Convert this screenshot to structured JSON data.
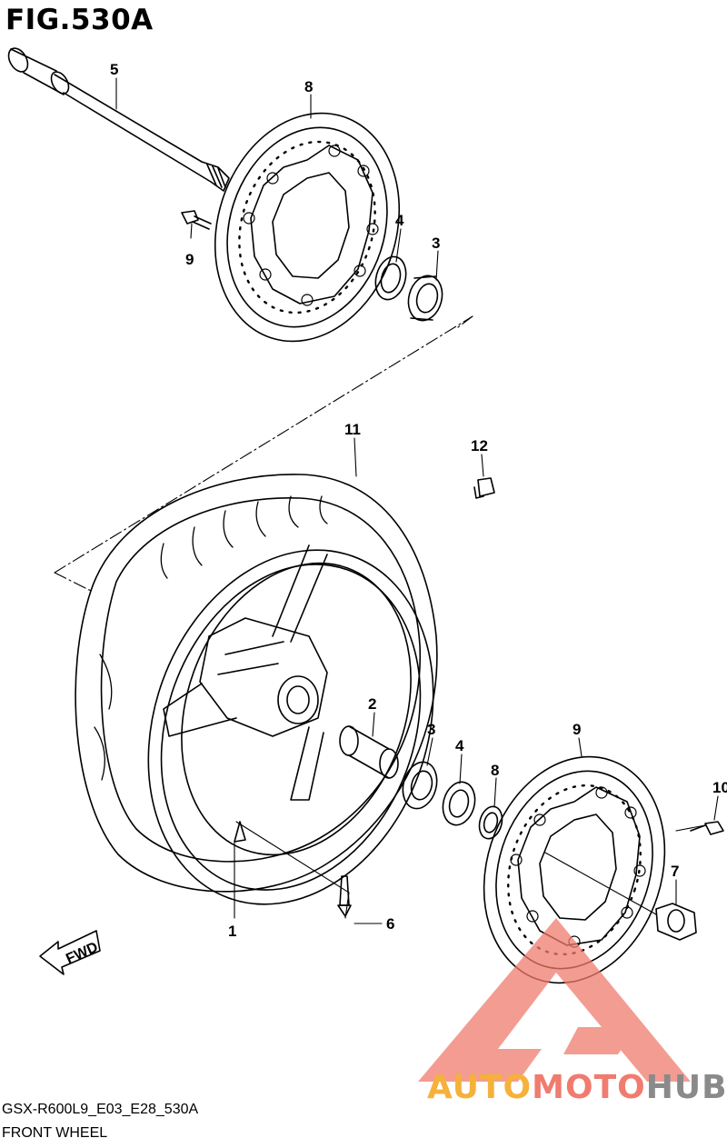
{
  "figure": {
    "title": "FIG.530A",
    "code": "GSX-R600L9_E03_E28_530A",
    "caption": "FRONT WHEEL"
  },
  "callouts": [
    {
      "id": "c1",
      "text": "1"
    },
    {
      "id": "c2",
      "text": "2"
    },
    {
      "id": "c3a",
      "text": "3"
    },
    {
      "id": "c3b",
      "text": "3"
    },
    {
      "id": "c4a",
      "text": "4"
    },
    {
      "id": "c4b",
      "text": "4"
    },
    {
      "id": "c5",
      "text": "5"
    },
    {
      "id": "c6",
      "text": "6"
    },
    {
      "id": "c7",
      "text": "7"
    },
    {
      "id": "c8a",
      "text": "8"
    },
    {
      "id": "c8b",
      "text": "8"
    },
    {
      "id": "c9a",
      "text": "9"
    },
    {
      "id": "c9b",
      "text": "9"
    },
    {
      "id": "c10",
      "text": "10"
    },
    {
      "id": "c11",
      "text": "11"
    },
    {
      "id": "c12",
      "text": "12"
    }
  ],
  "fwd_arrow": {
    "label": "FWD"
  },
  "watermark": {
    "part1": "AUTO",
    "part2": "MOTO",
    "part3": "HUB",
    "colors": [
      "#f5b13a",
      "#f07b6e",
      "#8a8a8a"
    ]
  }
}
